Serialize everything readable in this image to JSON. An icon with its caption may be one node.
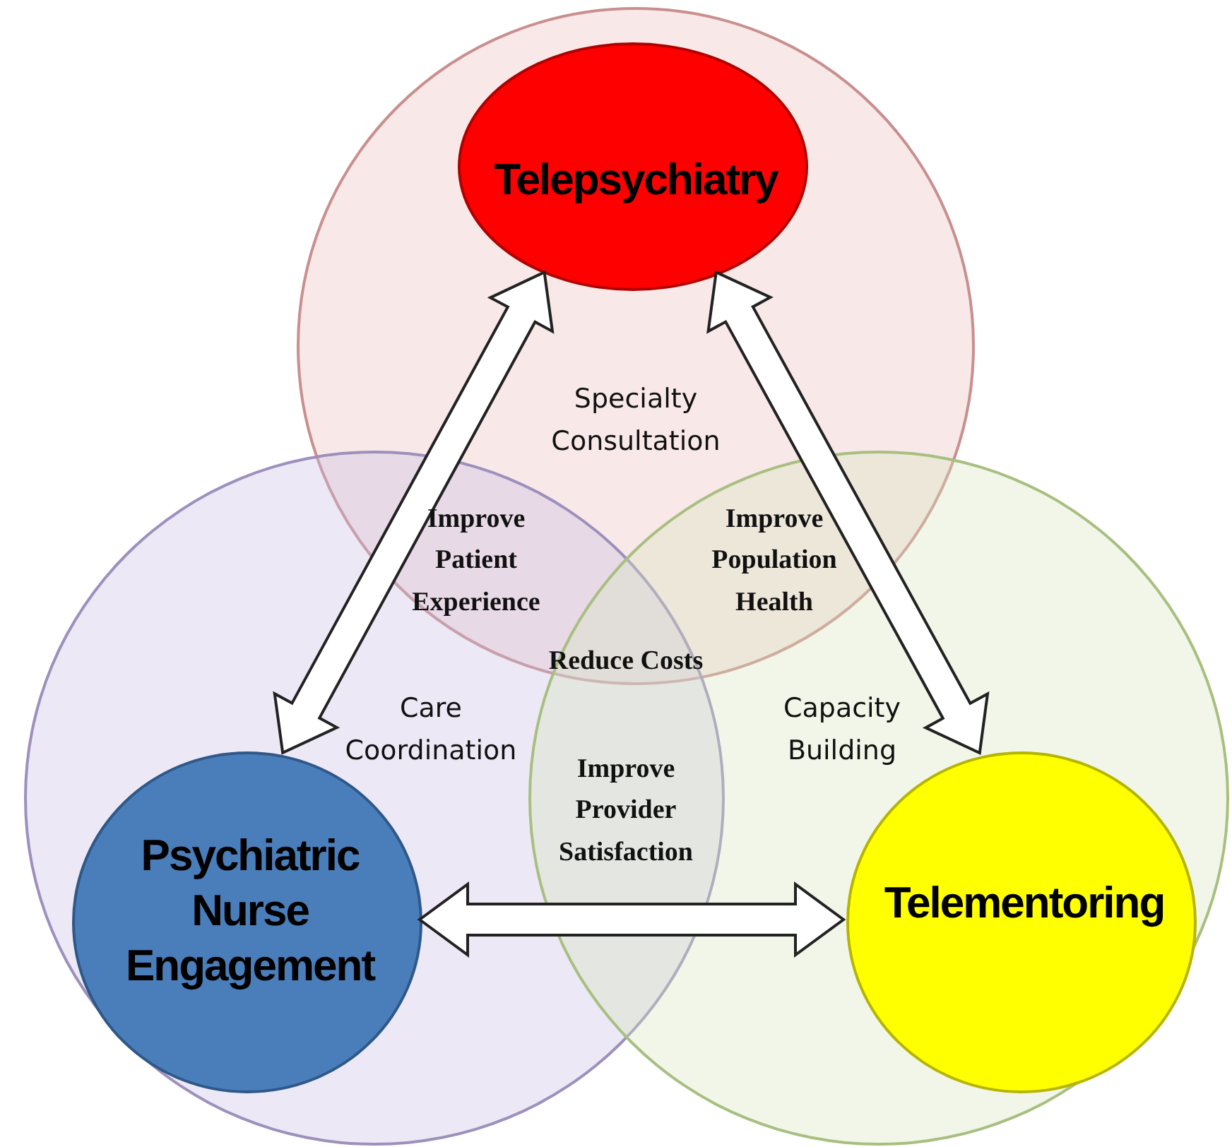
{
  "diagram": {
    "nodes": [
      {
        "text": [
          "Specialty Consultation"
        ]
      },
      {
        "text": [
          "Telepsychiatry"
        ],
        "in": 0
      },
      {
        "text": [
          "Care Coordination"
        ]
      },
      {
        "text": [
          "Psychiatric Nurse Engagement"
        ],
        "in": 2
      },
      {
        "text": [
          "Capacity Building"
        ]
      },
      {
        "text": [
          "Telementoring"
        ],
        "in": 4
      }
    ],
    "edges": [
      {
        "from": 1,
        "to": 3,
        "arrow": "both",
        "style": "thick"
      },
      {
        "from": 1,
        "to": 5,
        "arrow": "both",
        "style": "thick"
      },
      {
        "from": 3,
        "to": 5,
        "arrow": "both",
        "style": "thick"
      }
    ],
    "labels": [
      "Improve Patient Experience",
      "Improve Population Health",
      "Reduce Costs",
      "Improve Provider Satisfaction"
    ]
  }
}
